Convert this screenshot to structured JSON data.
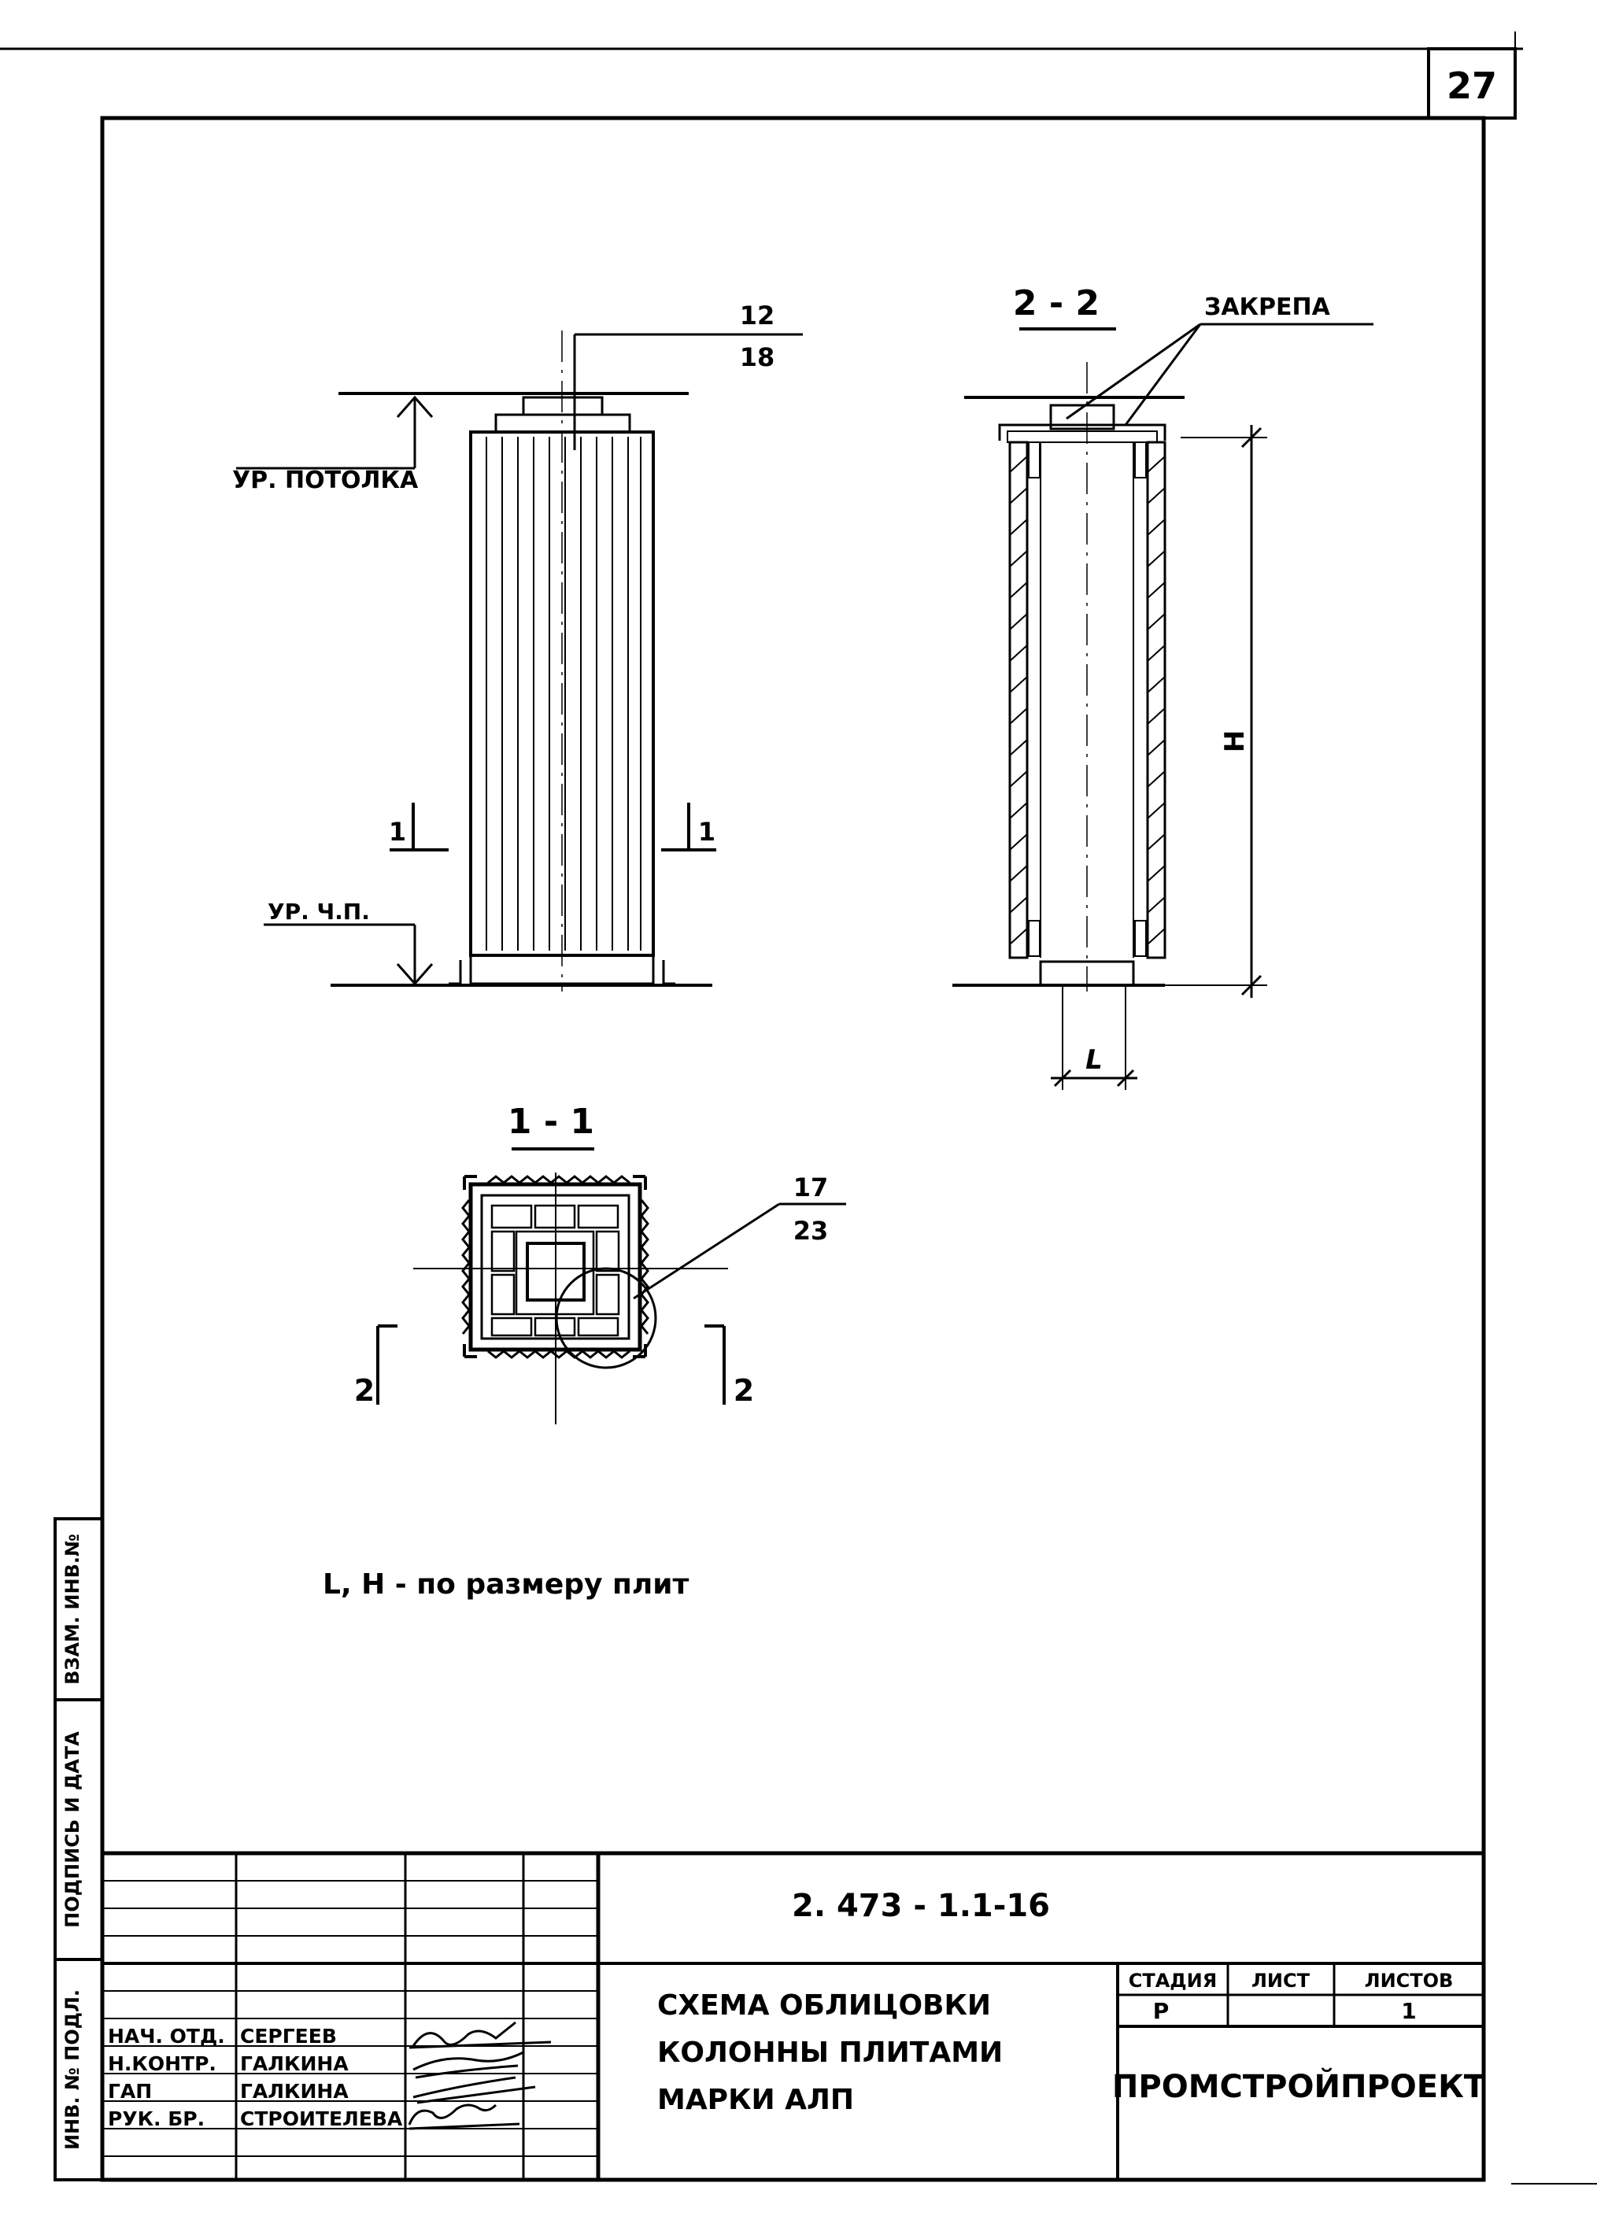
{
  "page_number": "27",
  "note": "L, H - по размеру плит",
  "drawing": {
    "elevation": {
      "leader_top": "12",
      "leader_bottom": "18",
      "ceiling_level": "УР. ПОТОЛКА",
      "floor_level": "УР. Ч.П.",
      "cut_left": "1",
      "cut_right": "1"
    },
    "section_22": {
      "title": "2 - 2",
      "fastener_label": "ЗАКРЕПА",
      "dim_height": "H",
      "dim_width": "L"
    },
    "section_11": {
      "title": "1 - 1",
      "leader_top": "17",
      "leader_bottom": "23",
      "cut_left": "2",
      "cut_right": "2"
    }
  },
  "side_stamp": {
    "cells": [
      "ВЗАМ. ИНВ.№",
      "ПОДПИСЬ И ДАТА",
      "ИНВ. № ПОДЛ."
    ]
  },
  "title_block": {
    "doc_code": "2. 473 - 1.1-16",
    "title_lines": [
      "СХЕМА ОБЛИЦОВКИ",
      "КОЛОННЫ ПЛИТАМИ",
      "МАРКИ АЛП"
    ],
    "stage_header": "СТАДИЯ",
    "sheet_header": "ЛИСТ",
    "sheets_header": "ЛИСТОВ",
    "stage_value": "Р",
    "sheet_value": "",
    "sheets_value": "1",
    "organization": "ПРОМСТРОЙПРОЕКТ",
    "staff": [
      {
        "role": "НАЧ. ОТД.",
        "name": "СЕРГЕЕВ"
      },
      {
        "role": "Н.КОНТР.",
        "name": "ГАЛКИНА"
      },
      {
        "role": "ГАП",
        "name": "ГАЛКИНА"
      },
      {
        "role": "РУК. БР.",
        "name": "СТРОИТЕЛЕВА"
      }
    ]
  }
}
